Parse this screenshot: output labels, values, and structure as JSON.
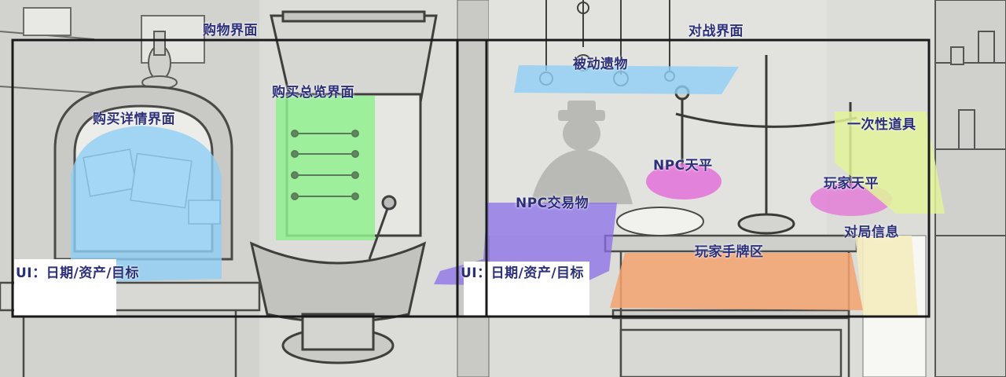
{
  "colors": {
    "frame": "#1a1a1a",
    "label_text": "#2c2f7a",
    "blue_zone": "#8fd0f5",
    "green_zone": "#8ff08f",
    "purple_zone": "#8a6ee8",
    "pink_zone": "#e46ad8",
    "orange_zone": "#f3a26f",
    "yellow_zone": "#e2f39a",
    "paper_zone": "#f4ecbf",
    "white_box": "#ffffff"
  },
  "labels": {
    "shop_screen": "购物界面",
    "battle_screen": "对战界面",
    "purchase_overview": "购买总览界面",
    "purchase_detail": "购买详情界面",
    "ui_shop": "UI：日期/资产/目标",
    "passive_relics": "被动遗物",
    "npc_trade": "NPC交易物",
    "ui_battle": "UI：日期/资产/目标",
    "npc_scale": "NPC天平",
    "player_scale": "玩家天平",
    "consumables": "一次性道具",
    "match_info": "对局信息",
    "player_hand": "玩家手牌区"
  }
}
